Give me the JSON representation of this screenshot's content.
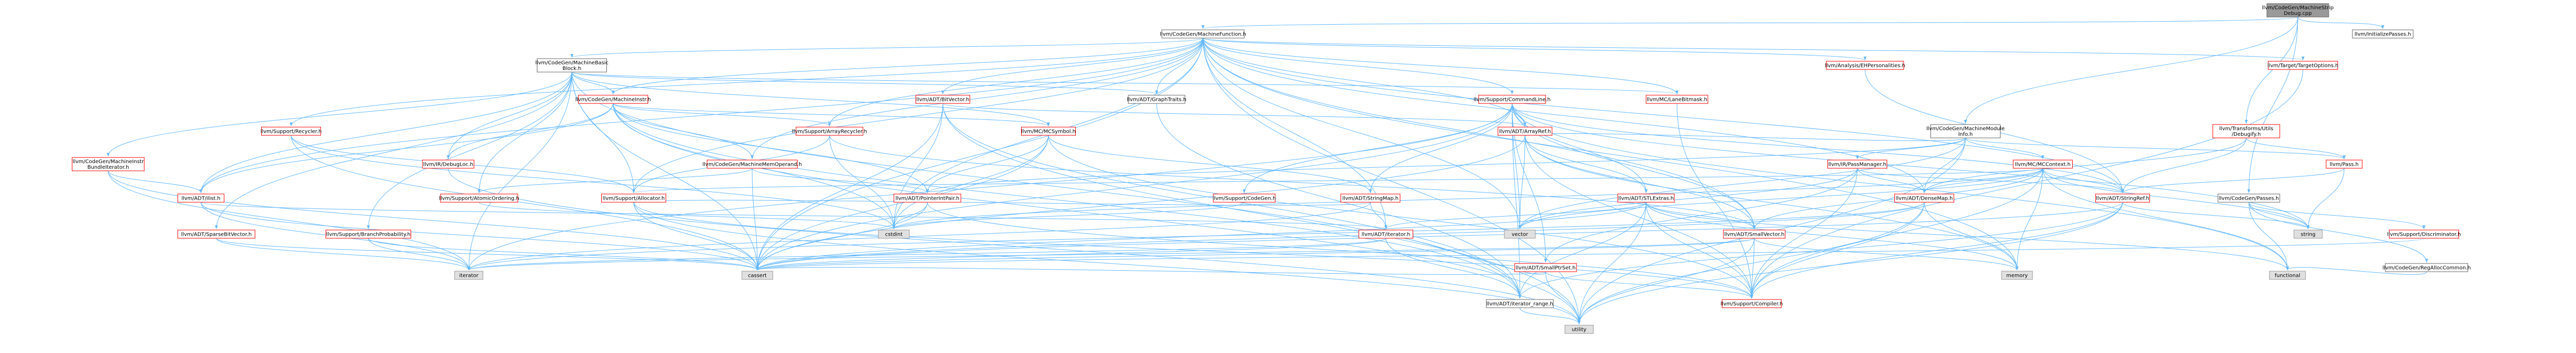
{
  "colors": {
    "edge": "#63b8ff",
    "root_fill": "#999999",
    "node_border": "#666666",
    "red_border": "#ff0000",
    "gray_fill": "#e0e0e0",
    "gray_border": "#999999"
  },
  "nodes": [
    {
      "id": "root",
      "style": "root",
      "lines": [
        "llvm/CodeGen/MachineStrip",
        "Debug.cpp"
      ]
    },
    {
      "id": "initpasses",
      "style": "plain",
      "lines": [
        "llvm/InitializePasses.h"
      ]
    },
    {
      "id": "machinefunction",
      "style": "plain",
      "lines": [
        "llvm/CodeGen/MachineFunction.h"
      ]
    },
    {
      "id": "codegenpasses",
      "style": "plain",
      "lines": [
        "llvm/CodeGen/Passes.h"
      ]
    },
    {
      "id": "mbb",
      "style": "plain",
      "lines": [
        "llvm/CodeGen/MachineBasic",
        "Block.h"
      ]
    },
    {
      "id": "machinemoduleinfo",
      "style": "plain",
      "lines": [
        "llvm/CodeGen/MachineModule",
        "Info.h"
      ]
    },
    {
      "id": "commandline",
      "style": "red",
      "lines": [
        "llvm/Support/CommandLine.h"
      ]
    },
    {
      "id": "ehpersonalities",
      "style": "red",
      "lines": [
        "llvm/Analysis/EHPersonalities.h"
      ]
    },
    {
      "id": "lanebitmask",
      "style": "red",
      "lines": [
        "llvm/MC/LaneBitmask.h"
      ]
    },
    {
      "id": "graphtraits",
      "style": "plain",
      "lines": [
        "llvm/ADT/GraphTraits.h"
      ]
    },
    {
      "id": "bitvector",
      "style": "red",
      "lines": [
        "llvm/ADT/BitVector.h"
      ]
    },
    {
      "id": "targetoptions",
      "style": "red",
      "lines": [
        "llvm/Target/TargetOptions.h"
      ]
    },
    {
      "id": "transformsdebugify",
      "style": "red",
      "lines": [
        "llvm/Transforms/Utils",
        "/Debugify.h"
      ]
    },
    {
      "id": "machineinstr",
      "style": "red",
      "lines": [
        "llvm/CodeGen/MachineInstr.h"
      ]
    },
    {
      "id": "recycler",
      "style": "red",
      "lines": [
        "llvm/Support/Recycler.h"
      ]
    },
    {
      "id": "arrayrecycler",
      "style": "red",
      "lines": [
        "llvm/Support/ArrayRecycler.h"
      ]
    },
    {
      "id": "mcsymbol",
      "style": "red",
      "lines": [
        "llvm/MC/MCSymbol.h"
      ]
    },
    {
      "id": "arrayref",
      "style": "red",
      "lines": [
        "llvm/ADT/ArrayRef.h"
      ]
    },
    {
      "id": "passmanager",
      "style": "red",
      "lines": [
        "llvm/IR/PassManager.h"
      ]
    },
    {
      "id": "mccontext",
      "style": "red",
      "lines": [
        "llvm/MC/MCContext.h"
      ]
    },
    {
      "id": "pass",
      "style": "red",
      "lines": [
        "llvm/Pass.h"
      ]
    },
    {
      "id": "discriminator",
      "style": "red",
      "lines": [
        "llvm/Support/Discriminator.h"
      ]
    },
    {
      "id": "regalloccommon",
      "style": "plain",
      "lines": [
        "llvm/CodeGen/RegAllocCommon.h"
      ]
    },
    {
      "id": "bundleiterator",
      "style": "red",
      "lines": [
        "llvm/CodeGen/MachineInstr",
        "BundleIterator.h"
      ]
    },
    {
      "id": "ilist",
      "style": "red",
      "lines": [
        "llvm/ADT/ilist.h"
      ]
    },
    {
      "id": "debugloc",
      "style": "red",
      "lines": [
        "llvm/IR/DebugLoc.h"
      ]
    },
    {
      "id": "memoperand",
      "style": "red",
      "lines": [
        "llvm/CodeGen/MachineMemOperand.h"
      ]
    },
    {
      "id": "atomicordering",
      "style": "red",
      "lines": [
        "llvm/Support/AtomicOrdering.h"
      ]
    },
    {
      "id": "allocator",
      "style": "red",
      "lines": [
        "llvm/Support/Allocator.h"
      ]
    },
    {
      "id": "pointerintpair",
      "style": "red",
      "lines": [
        "llvm/ADT/PointerIntPair.h"
      ]
    },
    {
      "id": "codegen",
      "style": "red",
      "lines": [
        "llvm/Support/CodeGen.h"
      ]
    },
    {
      "id": "stringmap",
      "style": "red",
      "lines": [
        "llvm/ADT/StringMap.h"
      ]
    },
    {
      "id": "stlextras",
      "style": "red",
      "lines": [
        "llvm/ADT/STLExtras.h"
      ]
    },
    {
      "id": "densemap",
      "style": "red",
      "lines": [
        "llvm/ADT/DenseMap.h"
      ]
    },
    {
      "id": "stringref",
      "style": "red",
      "lines": [
        "llvm/ADT/StringRef.h"
      ]
    },
    {
      "id": "sparsebitvector",
      "style": "red",
      "lines": [
        "llvm/ADT/SparseBitVector.h"
      ]
    },
    {
      "id": "branchprob",
      "style": "red",
      "lines": [
        "llvm/Support/BranchProbability.h"
      ]
    },
    {
      "id": "cstdint",
      "style": "gray",
      "lines": [
        "cstdint"
      ]
    },
    {
      "id": "vector",
      "style": "gray",
      "lines": [
        "vector"
      ]
    },
    {
      "id": "iteratorh",
      "style": "red",
      "lines": [
        "llvm/ADT/iterator.h"
      ]
    },
    {
      "id": "smallptrset",
      "style": "red",
      "lines": [
        "llvm/ADT/SmallPtrSet.h"
      ]
    },
    {
      "id": "smallvector",
      "style": "red",
      "lines": [
        "llvm/ADT/SmallVector.h"
      ]
    },
    {
      "id": "string",
      "style": "gray",
      "lines": [
        "string"
      ]
    },
    {
      "id": "iterator",
      "style": "gray",
      "lines": [
        "iterator"
      ]
    },
    {
      "id": "cassert",
      "style": "gray",
      "lines": [
        "cassert"
      ]
    },
    {
      "id": "iteratorrange",
      "style": "plain",
      "lines": [
        "llvm/ADT/iterator_range.h"
      ]
    },
    {
      "id": "compiler",
      "style": "red",
      "lines": [
        "llvm/Support/Compiler.h"
      ]
    },
    {
      "id": "memory",
      "style": "gray",
      "lines": [
        "memory"
      ]
    },
    {
      "id": "functional",
      "style": "gray",
      "lines": [
        "functional"
      ]
    },
    {
      "id": "utility",
      "style": "gray",
      "lines": [
        "utility"
      ]
    }
  ],
  "edges": [
    [
      "root",
      "initpasses"
    ],
    [
      "root",
      "machinefunction"
    ],
    [
      "root",
      "machinemoduleinfo"
    ],
    [
      "root",
      "codegenpasses"
    ],
    [
      "root",
      "transformsdebugify"
    ],
    [
      "machinefunction",
      "mbb"
    ],
    [
      "machinefunction",
      "ehpersonalities"
    ],
    [
      "machinefunction",
      "commandline"
    ],
    [
      "machinefunction",
      "lanebitmask"
    ],
    [
      "machinefunction",
      "graphtraits"
    ],
    [
      "machinefunction",
      "bitvector"
    ],
    [
      "machinefunction",
      "targetoptions"
    ],
    [
      "machinefunction",
      "machineinstr"
    ],
    [
      "machinefunction",
      "recycler"
    ],
    [
      "machinefunction",
      "arrayrecycler"
    ],
    [
      "machinefunction",
      "memoperand"
    ],
    [
      "machinefunction",
      "arrayref"
    ],
    [
      "machinefunction",
      "ilist"
    ],
    [
      "machinefunction",
      "vector"
    ],
    [
      "machinefunction",
      "iteratorh"
    ],
    [
      "machinefunction",
      "smallvector"
    ],
    [
      "machinefunction",
      "allocator"
    ],
    [
      "machinefunction",
      "stringref"
    ],
    [
      "machinefunction",
      "densemap"
    ],
    [
      "machinefunction",
      "cassert"
    ],
    [
      "machinefunction",
      "memory"
    ],
    [
      "machinefunction",
      "utility"
    ],
    [
      "machinefunction",
      "cstdint"
    ],
    [
      "mbb",
      "bundleiterator"
    ],
    [
      "mbb",
      "machineinstr"
    ],
    [
      "mbb",
      "lanebitmask"
    ],
    [
      "mbb",
      "graphtraits"
    ],
    [
      "mbb",
      "ilist"
    ],
    [
      "mbb",
      "debugloc"
    ],
    [
      "mbb",
      "branchprob"
    ],
    [
      "mbb",
      "sparsebitvector"
    ],
    [
      "mbb",
      "iteratorrange"
    ],
    [
      "mbb",
      "mcsymbol"
    ],
    [
      "mbb",
      "cassert"
    ],
    [
      "mbb",
      "iterator"
    ],
    [
      "mbb",
      "atomicordering"
    ],
    [
      "mbb",
      "allocator"
    ],
    [
      "machineinstr",
      "debugloc"
    ],
    [
      "machineinstr",
      "memoperand"
    ],
    [
      "machineinstr",
      "arrayrecycler"
    ],
    [
      "machineinstr",
      "mcsymbol"
    ],
    [
      "machineinstr",
      "pointerintpair"
    ],
    [
      "machineinstr",
      "cstdint"
    ],
    [
      "machineinstr",
      "iteratorrange"
    ],
    [
      "machineinstr",
      "utility"
    ],
    [
      "machineinstr",
      "ilist"
    ],
    [
      "bundleiterator",
      "ilist"
    ],
    [
      "bundleiterator",
      "cassert"
    ],
    [
      "bundleiterator",
      "iterator"
    ],
    [
      "ilist",
      "iteratorh"
    ],
    [
      "ilist",
      "cassert"
    ],
    [
      "ilist",
      "iterator"
    ],
    [
      "recycler",
      "allocator"
    ],
    [
      "recycler",
      "cassert"
    ],
    [
      "recycler",
      "cstdint"
    ],
    [
      "arrayrecycler",
      "allocator"
    ],
    [
      "arrayrecycler",
      "smallvector"
    ],
    [
      "arrayrecycler",
      "cstdint"
    ],
    [
      "memoperand",
      "atomicordering"
    ],
    [
      "memoperand",
      "pointerintpair"
    ],
    [
      "memoperand",
      "cassert"
    ],
    [
      "mcsymbol",
      "stringmap"
    ],
    [
      "mcsymbol",
      "compiler"
    ],
    [
      "mcsymbol",
      "pointerintpair"
    ],
    [
      "mcsymbol",
      "cstdint"
    ],
    [
      "mcsymbol",
      "cassert"
    ],
    [
      "bitvector",
      "arrayref"
    ],
    [
      "bitvector",
      "iteratorrange"
    ],
    [
      "bitvector",
      "cstdint"
    ],
    [
      "bitvector",
      "cassert"
    ],
    [
      "bitvector",
      "utility"
    ],
    [
      "commandline",
      "arrayref"
    ],
    [
      "commandline",
      "stlextras"
    ],
    [
      "commandline",
      "smallptrset"
    ],
    [
      "commandline",
      "smallvector"
    ],
    [
      "commandline",
      "stringmap"
    ],
    [
      "commandline",
      "stringref"
    ],
    [
      "commandline",
      "iteratorrange"
    ],
    [
      "commandline",
      "vector"
    ],
    [
      "commandline",
      "string"
    ],
    [
      "commandline",
      "cassert"
    ],
    [
      "commandline",
      "functional"
    ],
    [
      "commandline",
      "iterator"
    ],
    [
      "commandline",
      "codegen"
    ],
    [
      "arrayref",
      "smallvector"
    ],
    [
      "arrayref",
      "stlextras"
    ],
    [
      "arrayref",
      "compiler"
    ],
    [
      "arrayref",
      "vector"
    ],
    [
      "arrayref",
      "cassert"
    ],
    [
      "arrayref",
      "memory"
    ],
    [
      "stlextras",
      "iteratorh"
    ],
    [
      "stlextras",
      "iteratorrange"
    ],
    [
      "stlextras",
      "cassert"
    ],
    [
      "stlextras",
      "functional"
    ],
    [
      "stlextras",
      "memory"
    ],
    [
      "stlextras",
      "utility"
    ],
    [
      "stlextras",
      "compiler"
    ],
    [
      "stlextras",
      "smallvector"
    ],
    [
      "machinemoduleinfo",
      "passmanager"
    ],
    [
      "machinemoduleinfo",
      "mccontext"
    ],
    [
      "machinemoduleinfo",
      "pass"
    ],
    [
      "machinemoduleinfo",
      "densemap"
    ],
    [
      "machinemoduleinfo",
      "pointerintpair"
    ],
    [
      "machinemoduleinfo",
      "arrayref"
    ],
    [
      "machinemoduleinfo",
      "utility"
    ],
    [
      "machinemoduleinfo",
      "vector"
    ],
    [
      "passmanager",
      "densemap"
    ],
    [
      "passmanager",
      "stringref"
    ],
    [
      "passmanager",
      "compiler"
    ],
    [
      "passmanager",
      "smallptrset"
    ],
    [
      "passmanager",
      "vector"
    ],
    [
      "mccontext",
      "densemap"
    ],
    [
      "mccontext",
      "stringref"
    ],
    [
      "mccontext",
      "smallvector"
    ],
    [
      "mccontext",
      "allocator"
    ],
    [
      "mccontext",
      "compiler"
    ],
    [
      "mccontext",
      "string"
    ],
    [
      "mccontext",
      "memory"
    ],
    [
      "mccontext",
      "functional"
    ],
    [
      "mccontext",
      "vector"
    ],
    [
      "mccontext",
      "cstdint"
    ],
    [
      "pass",
      "stringref"
    ],
    [
      "pass",
      "string"
    ],
    [
      "transformsdebugify",
      "stringref"
    ],
    [
      "transformsdebugify",
      "pass"
    ],
    [
      "transformsdebugify",
      "densemap"
    ],
    [
      "codegenpasses",
      "discriminator"
    ],
    [
      "codegenpasses",
      "regalloccommon"
    ],
    [
      "codegenpasses",
      "string"
    ],
    [
      "codegenpasses",
      "functional"
    ],
    [
      "regalloccommon",
      "functional"
    ],
    [
      "densemap",
      "compiler"
    ],
    [
      "densemap",
      "iterator"
    ],
    [
      "densemap",
      "cassert"
    ],
    [
      "densemap",
      "utility"
    ],
    [
      "densemap",
      "memory"
    ],
    [
      "stringref",
      "compiler"
    ],
    [
      "stringref",
      "iteratorrange"
    ],
    [
      "stringref",
      "string"
    ],
    [
      "stringref",
      "cassert"
    ],
    [
      "stringref",
      "utility"
    ],
    [
      "smallvector",
      "compiler"
    ],
    [
      "smallvector",
      "cassert"
    ],
    [
      "smallvector",
      "iterator"
    ],
    [
      "smallvector",
      "memory"
    ],
    [
      "smallvector",
      "utility"
    ],
    [
      "smallptrset",
      "compiler"
    ],
    [
      "smallptrset",
      "iteratorh"
    ],
    [
      "smallptrset",
      "cassert"
    ],
    [
      "smallptrset",
      "utility"
    ],
    [
      "stringmap",
      "iteratorh"
    ],
    [
      "stringmap",
      "allocator"
    ],
    [
      "stringmap",
      "iterator"
    ],
    [
      "iteratorh",
      "iteratorrange"
    ],
    [
      "iteratorh",
      "iterator"
    ],
    [
      "iteratorh",
      "cassert"
    ],
    [
      "iteratorrange",
      "utility"
    ],
    [
      "pointerintpair",
      "compiler"
    ],
    [
      "pointerintpair",
      "cassert"
    ],
    [
      "pointerintpair",
      "cstdint"
    ],
    [
      "allocator",
      "compiler"
    ],
    [
      "allocator",
      "cassert"
    ],
    [
      "allocator",
      "utility"
    ],
    [
      "sparsebitvector",
      "iterator"
    ],
    [
      "sparsebitvector",
      "cassert"
    ],
    [
      "branchprob",
      "cassert"
    ],
    [
      "branchprob",
      "iterator"
    ],
    [
      "debugloc",
      "utility"
    ],
    [
      "atomicordering",
      "cstdint"
    ],
    [
      "lanebitmask",
      "compiler"
    ],
    [
      "ehpersonalities",
      "stringref"
    ],
    [
      "discriminator",
      "cassert"
    ],
    [
      "targetoptions",
      "compiler"
    ],
    [
      "graphtraits",
      "iteratorrange"
    ],
    [
      "codegen",
      "cstdint"
    ]
  ]
}
